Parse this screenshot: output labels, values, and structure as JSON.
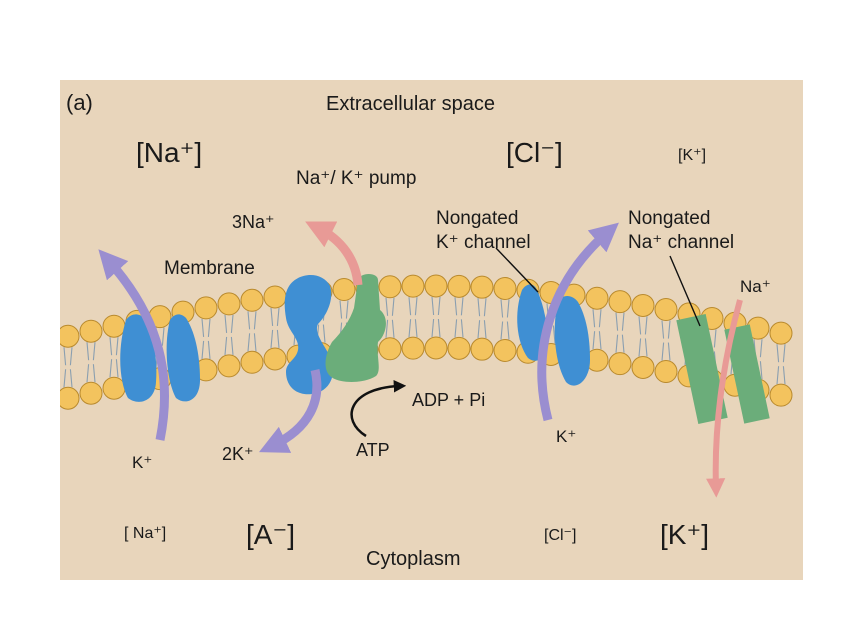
{
  "panel_label": "(a)",
  "regions": {
    "top": "Extracellular space",
    "bottom": "Cytoplasm"
  },
  "membrane_label": "Membrane",
  "extracellular_ions": {
    "na": "[Na⁺]",
    "cl": "[Cl⁻]",
    "k": "[K⁺]"
  },
  "intracellular_ions": {
    "na": "[ Na⁺]",
    "a": "[A⁻]",
    "cl": "[Cl⁻]",
    "k": "[K⁺]"
  },
  "pump": {
    "title": "Na⁺/ K⁺ pump",
    "out": "3Na⁺",
    "in": "2K⁺",
    "atp": "ATP",
    "adp": "ADP + Pi"
  },
  "k_channel": {
    "title_line1": "Nongated",
    "title_line2": "K⁺ channel",
    "left_ion": "K⁺",
    "right_ion": "K⁺"
  },
  "na_channel": {
    "title_line1": "Nongated",
    "title_line2": "Na⁺ channel",
    "ion": "Na⁺"
  },
  "colors": {
    "background": "#e8d5bb",
    "lipid_head": "#f3c35e",
    "channel_blue": "#3f8fd3",
    "pump_green": "#6bad7a",
    "arrow_purple": "#9a8ed0",
    "arrow_pink": "#e89a96"
  }
}
